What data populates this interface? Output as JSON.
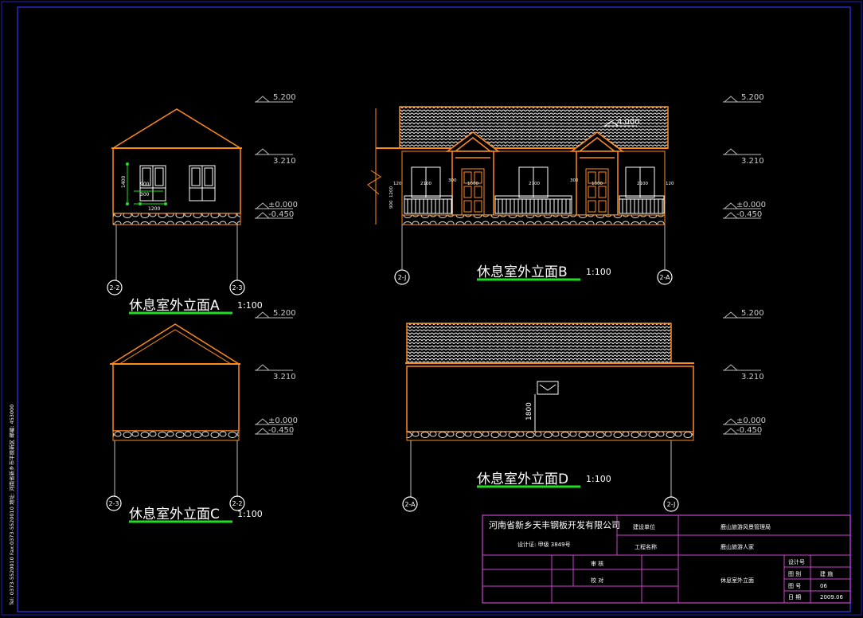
{
  "levels": {
    "ridge": "5.200",
    "eave": "3.210",
    "floor": "±0.000",
    "ground": "-0.450",
    "center_ridge": "4.000"
  },
  "views": {
    "a": {
      "title": "休息室外立面A",
      "scale": "1:100",
      "axis_left": "2-2",
      "axis_right": "2-3"
    },
    "b": {
      "title": "休息室外立面B",
      "scale": "1:100",
      "axis_left": "2-J",
      "axis_right": "2-A"
    },
    "c": {
      "title": "休息室外立面C",
      "scale": "1:100",
      "axis_left": "2-3",
      "axis_right": "2-2"
    },
    "d": {
      "title": "休息室外立面D",
      "scale": "1:100",
      "axis_left": "2-A",
      "axis_right": "2-J"
    }
  },
  "dims": {
    "a_win_h": "1400",
    "a_win_w": "1200",
    "a_d1": "900",
    "a_d2": "300",
    "b_left": [
      "120",
      "1200",
      "900"
    ],
    "b_spans": [
      "2100",
      "300",
      "1000",
      "2700",
      "300",
      "1000",
      "2100"
    ],
    "b_edge": "120",
    "d_height": "1800"
  },
  "title_block": {
    "company": "河南省新乡天丰钢板开发有限公司",
    "cert": "设计证: 甲级 3849号",
    "build_unit_label": "建设单位",
    "build_unit_value": "鹿山旅游风景管理局",
    "project_label": "工程名称",
    "project_value": "鹿山旅游人家",
    "review_label": "审 核",
    "check_label": "校 对",
    "drawing_name": "休息室外立面",
    "design_no_label": "设计号",
    "sheet_label": "图 别",
    "sheet_value": "建 施",
    "number_label": "图 号",
    "number_value": "06",
    "date_label": "日 期",
    "date_value": "2009.06"
  },
  "side_note": "Tel: 0373-5520010 Fax:0373-5520010  地址: 河南省新乡市平原新区  邮编: 453000"
}
